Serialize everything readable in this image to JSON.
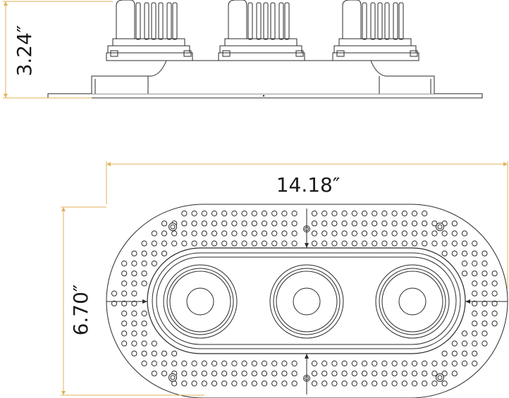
{
  "dimensions": {
    "height": "3.24″",
    "width": "14.18″",
    "depth": "6.70″"
  },
  "colors": {
    "dimension_line": "#e0b25a",
    "drawing_line": "#2a2a2a",
    "background": "#ffffff"
  }
}
